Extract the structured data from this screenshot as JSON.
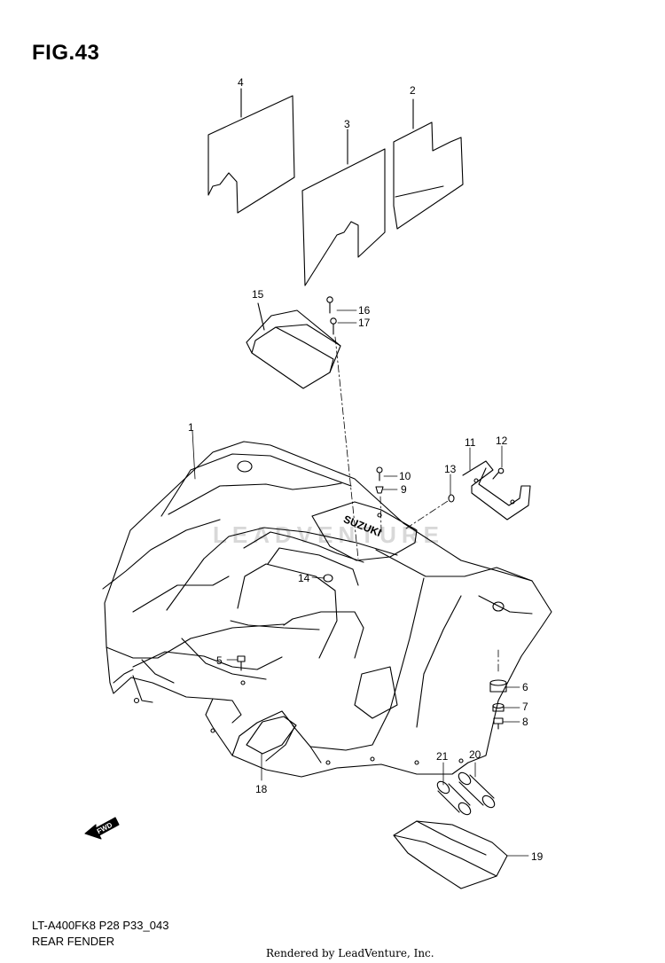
{
  "figure": {
    "title": "FIG.43",
    "model_code": "LT-A400FK8 P28 P33_043",
    "section_name": "REAR FENDER",
    "credit": "Rendered by LeadVenture, Inc.",
    "watermark": "LEADVENTURE"
  },
  "fender_logo": "SUZUKI",
  "fwd_label": "FWD",
  "callouts": [
    "1",
    "2",
    "3",
    "4",
    "5",
    "6",
    "7",
    "8",
    "9",
    "10",
    "11",
    "12",
    "13",
    "14",
    "15",
    "16",
    "17",
    "18",
    "19",
    "20",
    "21"
  ],
  "colors": {
    "line": "#000000",
    "background": "#ffffff",
    "watermark": "#d8d8d8"
  }
}
